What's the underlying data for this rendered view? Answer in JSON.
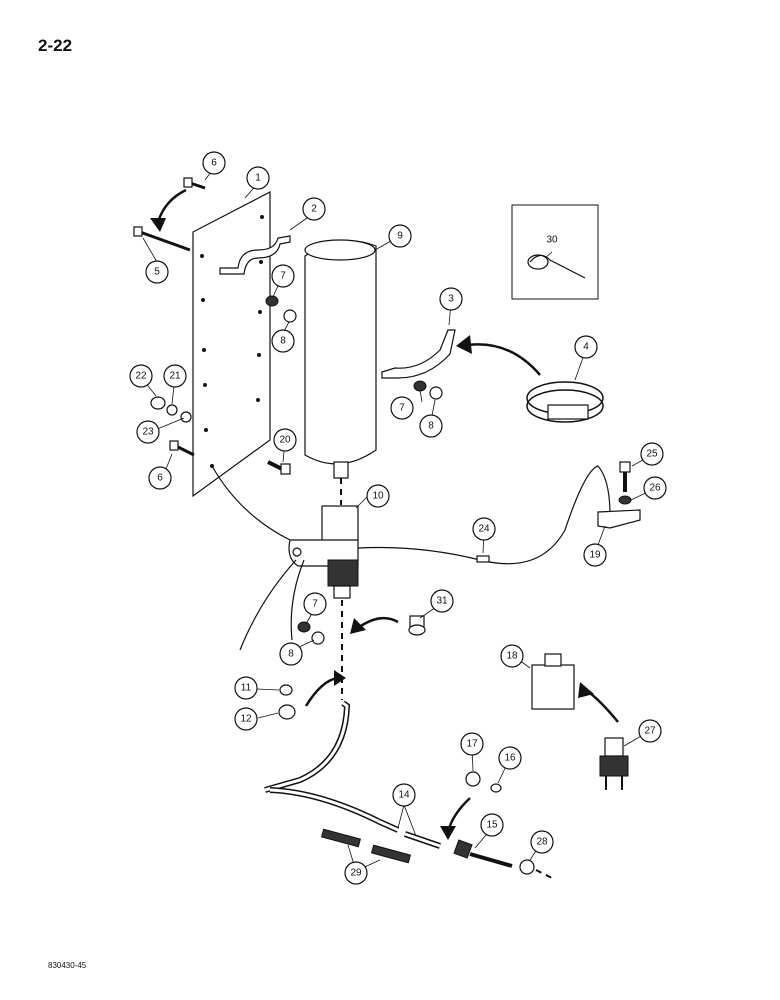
{
  "page": {
    "number": "2-22",
    "drawing_code": "830430-45"
  },
  "callouts": [
    {
      "id": "1",
      "label": "1"
    },
    {
      "id": "2",
      "label": "2"
    },
    {
      "id": "3",
      "label": "3"
    },
    {
      "id": "4",
      "label": "4"
    },
    {
      "id": "5",
      "label": "5"
    },
    {
      "id": "6a",
      "label": "6"
    },
    {
      "id": "6b",
      "label": "6"
    },
    {
      "id": "7a",
      "label": "7"
    },
    {
      "id": "7b",
      "label": "7"
    },
    {
      "id": "7c",
      "label": "7"
    },
    {
      "id": "8a",
      "label": "8"
    },
    {
      "id": "8b",
      "label": "8"
    },
    {
      "id": "8c",
      "label": "8"
    },
    {
      "id": "9",
      "label": "9"
    },
    {
      "id": "10",
      "label": "10"
    },
    {
      "id": "11",
      "label": "11"
    },
    {
      "id": "12",
      "label": "12"
    },
    {
      "id": "14",
      "label": "14"
    },
    {
      "id": "15",
      "label": "15"
    },
    {
      "id": "16",
      "label": "16"
    },
    {
      "id": "17",
      "label": "17"
    },
    {
      "id": "18",
      "label": "18"
    },
    {
      "id": "19",
      "label": "19"
    },
    {
      "id": "20",
      "label": "20"
    },
    {
      "id": "21",
      "label": "21"
    },
    {
      "id": "22",
      "label": "22"
    },
    {
      "id": "23",
      "label": "23"
    },
    {
      "id": "24",
      "label": "24"
    },
    {
      "id": "25",
      "label": "25"
    },
    {
      "id": "26",
      "label": "26"
    },
    {
      "id": "27",
      "label": "27"
    },
    {
      "id": "28",
      "label": "28"
    },
    {
      "id": "29",
      "label": "29"
    },
    {
      "id": "30",
      "label": "30"
    },
    {
      "id": "31",
      "label": "31"
    }
  ]
}
